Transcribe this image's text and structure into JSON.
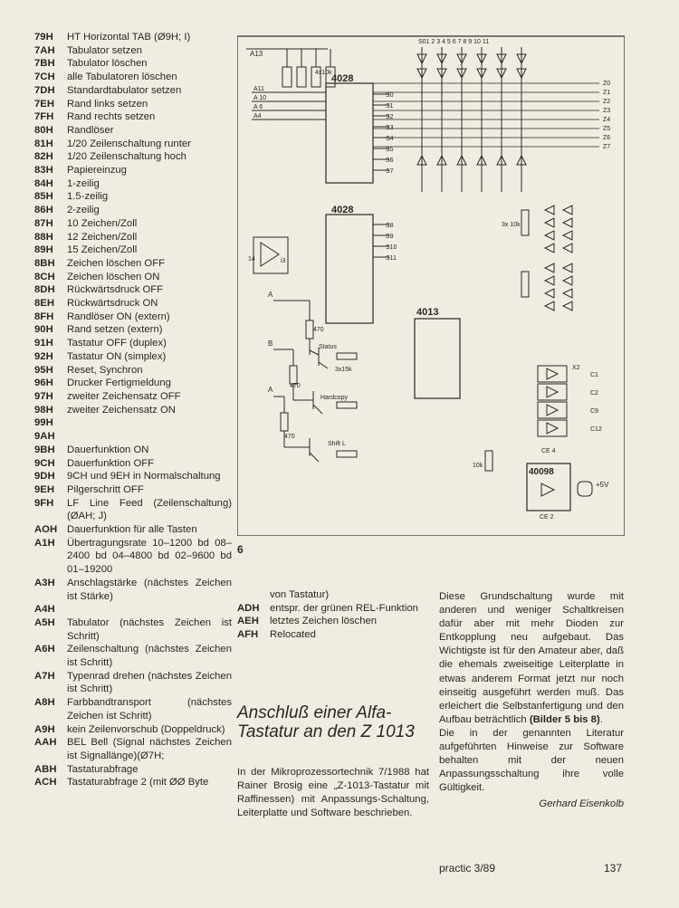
{
  "codes": [
    {
      "code": "79H",
      "desc": "HT Horizontal TAB (Ø9H; I)"
    },
    {
      "code": "7AH",
      "desc": "Tabulator setzen"
    },
    {
      "code": "7BH",
      "desc": "Tabulator löschen"
    },
    {
      "code": "7CH",
      "desc": "alle Tabulatoren löschen"
    },
    {
      "code": "7DH",
      "desc": "Standardtabulator setzen"
    },
    {
      "code": "7EH",
      "desc": "Rand links setzen"
    },
    {
      "code": "7FH",
      "desc": "Rand rechts setzen"
    },
    {
      "code": "80H",
      "desc": "Randlöser"
    },
    {
      "code": "81H",
      "desc": "1/20 Zeilenschaltung runter"
    },
    {
      "code": "82H",
      "desc": "1/20 Zeilenschaltung hoch"
    },
    {
      "code": "83H",
      "desc": "Papiereinzug"
    },
    {
      "code": "84H",
      "desc": "1-zeilig"
    },
    {
      "code": "85H",
      "desc": "1.5-zeilig"
    },
    {
      "code": "86H",
      "desc": "2-zeilig"
    },
    {
      "code": "87H",
      "desc": "10 Zeichen/Zoll"
    },
    {
      "code": "88H",
      "desc": "12 Zeichen/Zoll"
    },
    {
      "code": "89H",
      "desc": "15 Zeichen/Zoll"
    },
    {
      "code": "8BH",
      "desc": "Zeichen löschen OFF"
    },
    {
      "code": "8CH",
      "desc": "Zeichen löschen ON"
    },
    {
      "code": "8DH",
      "desc": "Rückwärtsdruck OFF"
    },
    {
      "code": "8EH",
      "desc": "Rückwärtsdruck ON"
    },
    {
      "code": "8FH",
      "desc": "Randlöser ON (extern)"
    },
    {
      "code": "90H",
      "desc": "Rand setzen (extern)"
    },
    {
      "code": "91H",
      "desc": "Tastatur OFF (duplex)"
    },
    {
      "code": "92H",
      "desc": "Tastatur ON (simplex)"
    },
    {
      "code": "95H",
      "desc": "Reset, Synchron"
    },
    {
      "code": "96H",
      "desc": "Drucker Fertigmeldung"
    },
    {
      "code": "97H",
      "desc": "zweiter Zeichensatz OFF"
    },
    {
      "code": "98H",
      "desc": "zweiter Zeichensatz ON"
    },
    {
      "code": "99H",
      "desc": ""
    },
    {
      "code": "9AH",
      "desc": ""
    },
    {
      "code": "9BH",
      "desc": "Dauerfunktion ON"
    },
    {
      "code": "9CH",
      "desc": "Dauerfunktion OFF"
    },
    {
      "code": "9DH",
      "desc": "9CH und 9EH in Normalschaltung"
    },
    {
      "code": "9EH",
      "desc": "Pilgerschritt OFF"
    },
    {
      "code": "9FH",
      "desc": "LF Line Feed (Zeilenschaltung)(ØAH; J)"
    },
    {
      "code": "AOH",
      "desc": "Dauerfunktion für alle Tasten"
    },
    {
      "code": "A1H",
      "desc": "Übertragungsrate 10–1200 bd 08–2400 bd 04–4800 bd 02–9600 bd 01–19200"
    },
    {
      "code": "A3H",
      "desc": "Anschlagstärke (nächstes Zeichen ist Stärke)"
    },
    {
      "code": "A4H",
      "desc": ""
    },
    {
      "code": "A5H",
      "desc": "Tabulator (nächstes Zeichen ist Schritt)"
    },
    {
      "code": "A6H",
      "desc": "Zeilenschaltung (nächstes Zeichen ist Schritt)"
    },
    {
      "code": "A7H",
      "desc": "Typenrad drehen (nächstes Zeichen ist Schritt)"
    },
    {
      "code": "A8H",
      "desc": "Farbbandtransport (nächstes Zeichen ist Schritt)"
    },
    {
      "code": "A9H",
      "desc": "kein Zeilenvorschub (Doppeldruck)"
    },
    {
      "code": "AAH",
      "desc": "BEL Bell (Signal nächstes Zeichen ist Signallänge)(Ø7H;"
    },
    {
      "code": "ABH",
      "desc": "Tastaturabfrage"
    },
    {
      "code": "ACH",
      "desc": "Tastaturabfrage 2 (mit ØØ Byte"
    }
  ],
  "codes_cont_text": "von Tastatur)",
  "codes_cont": [
    {
      "code": "ADH",
      "desc": "entspr. der grünen REL-Funktion"
    },
    {
      "code": "AEH",
      "desc": "letztes Zeichen löschen"
    },
    {
      "code": "AFH",
      "desc": "Relocated"
    }
  ],
  "figure_number": "6",
  "heading": "Anschluß einer Alfa-Tastatur an den Z 1013",
  "article_text": "In der Mikroprozessortechnik 7/1988 hat Rainer Brosig eine „Z-1013-Tastatur mit Raffinessen) mit Anpassungs-Schaltung, Leiterplatte und Software beschrieben.",
  "col3": {
    "p1_a": "Diese Grundschaltung wurde mit anderen und weniger Schaltkreisen dafür aber mit mehr Dioden zur Entkopplung neu aufgebaut. Das Wichtigste ist für den Amateur aber, daß die ehemals zweiseitige Leiterplatte in etwas anderem Format jetzt nur noch einseitig ausgeführt werden muß. Das erleichert die Selbstanfertigung und den Aufbau beträchtlich",
    "p1_bold": "(Bilder 5 bis 8)",
    "p1_end": ".",
    "p2": "Die in der genannten Literatur aufgeführten Hinweise zur Software behalten mit der neuen Anpassungsschaltung ihre volle Gültigkeit.",
    "author": "Gerhard Eisenkolb"
  },
  "footer": {
    "magazine": "practic 3/89",
    "page": "137"
  },
  "schematic": {
    "labels": {
      "a13": "A13",
      "a11": "A11",
      "a10": "A 10",
      "a6": "A 6",
      "a4": "A4",
      "res_top": "4x10k",
      "ic1": "4028",
      "ic2": "4028",
      "ic3": "4013",
      "ic4": "40098",
      "i3": "i3",
      "pin14": "14",
      "status": "Status",
      "hardcopy": "Hardcopy",
      "shift": "Shift L",
      "r470a": "470",
      "r470b": "470",
      "r470c": "470",
      "r15k": "3x15k",
      "r10k": "10k",
      "r10k3": "3x\n10k",
      "a": "A",
      "b": "B",
      "a2": "A",
      "plus5v": "+5V",
      "ce4": "CE 4",
      "ce2": "CE 2",
      "s_header": "S01 2 3 4 5 6 7 8 9 10 11",
      "s": [
        "S0",
        "S1",
        "S2",
        "S3",
        "S4",
        "S5",
        "S6",
        "S7",
        "S8",
        "S9",
        "S10",
        "S11"
      ],
      "z": [
        "Z0",
        "Z1",
        "Z2",
        "Z3",
        "Z4",
        "Z5",
        "Z6",
        "Z7"
      ],
      "x2": "X2",
      "c1": "C1",
      "c2": "C2",
      "c9": "C9",
      "c12": "C12"
    }
  }
}
